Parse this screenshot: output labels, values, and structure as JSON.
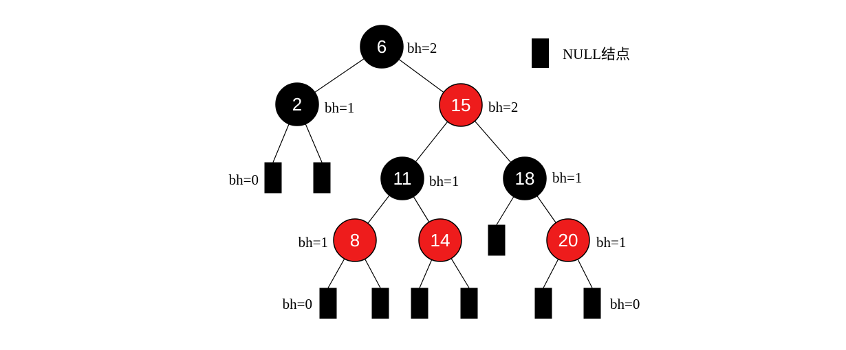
{
  "legend": {
    "label": "NULL结点",
    "symbol": "null-leaf"
  },
  "colors": {
    "black_node": "#000000",
    "red_node": "#ee1c1c",
    "node_text": "#ffffff",
    "null_leaf": "#000000"
  },
  "nodes": [
    {
      "id": "n6",
      "value": "6",
      "color": "black",
      "bh_label": "bh=2"
    },
    {
      "id": "n2",
      "value": "2",
      "color": "black",
      "bh_label": "bh=1"
    },
    {
      "id": "n15",
      "value": "15",
      "color": "red",
      "bh_label": "bh=2"
    },
    {
      "id": "n11",
      "value": "11",
      "color": "black",
      "bh_label": "bh=1"
    },
    {
      "id": "n18",
      "value": "18",
      "color": "black",
      "bh_label": "bh=1"
    },
    {
      "id": "n8",
      "value": "8",
      "color": "red",
      "bh_label": "bh=1"
    },
    {
      "id": "n14",
      "value": "14",
      "color": "red",
      "bh_label": ""
    },
    {
      "id": "n20",
      "value": "20",
      "color": "red",
      "bh_label": "bh=1"
    }
  ],
  "null_leaves": [
    {
      "id": "L2a",
      "parent": "n2",
      "bh_label": "bh=0"
    },
    {
      "id": "L2b",
      "parent": "n2",
      "bh_label": ""
    },
    {
      "id": "L18a",
      "parent": "n18",
      "bh_label": ""
    },
    {
      "id": "L8a",
      "parent": "n8",
      "bh_label": "bh=0"
    },
    {
      "id": "L8b",
      "parent": "n8",
      "bh_label": ""
    },
    {
      "id": "L14a",
      "parent": "n14",
      "bh_label": ""
    },
    {
      "id": "L14b",
      "parent": "n14",
      "bh_label": ""
    },
    {
      "id": "L20a",
      "parent": "n20",
      "bh_label": ""
    },
    {
      "id": "L20b",
      "parent": "n20",
      "bh_label": "bh=0"
    }
  ],
  "edges": [
    [
      "n6",
      "n2"
    ],
    [
      "n6",
      "n15"
    ],
    [
      "n2",
      "L2a"
    ],
    [
      "n2",
      "L2b"
    ],
    [
      "n15",
      "n11"
    ],
    [
      "n15",
      "n18"
    ],
    [
      "n11",
      "n8"
    ],
    [
      "n11",
      "n14"
    ],
    [
      "n18",
      "L18a"
    ],
    [
      "n18",
      "n20"
    ],
    [
      "n8",
      "L8a"
    ],
    [
      "n8",
      "L8b"
    ],
    [
      "n14",
      "L14a"
    ],
    [
      "n14",
      "L14b"
    ],
    [
      "n20",
      "L20a"
    ],
    [
      "n20",
      "L20b"
    ]
  ]
}
